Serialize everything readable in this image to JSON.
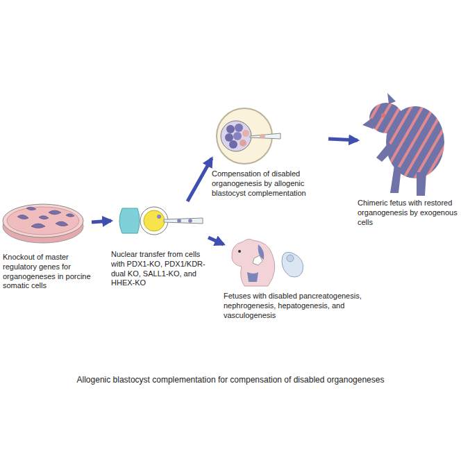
{
  "diagram": {
    "caption": "Allogenic blastocyst complementation for compensation of disabled organogeneses",
    "nodes": [
      {
        "text": [
          "Knockout of master regulatory genes for organogeneses in porcine somatic cells"
        ]
      },
      {
        "text": [
          "Nuclear transfer from cells with PDX1-KO, PDX1/KDR-dual KO, SALL1-KO, and HHEX-KO"
        ]
      },
      {
        "text": [
          "Compensation of disabled organogenesis by allogenic blastocyst complementation"
        ]
      },
      {
        "text": [
          "Fetuses with disabled pancreatogenesis, nephrogenesis, hepatogenesis, and vasculogenesis"
        ]
      },
      {
        "text": [
          "Chimeric fetus with restored organogenesis by exogenous cells"
        ]
      }
    ],
    "edges": [
      {
        "from": 0,
        "to": 1,
        "arrow": "to"
      },
      {
        "from": 1,
        "to": 2,
        "arrow": "to"
      },
      {
        "from": 1,
        "to": 3,
        "arrow": "to"
      },
      {
        "from": 2,
        "to": 4,
        "arrow": "to"
      }
    ]
  }
}
